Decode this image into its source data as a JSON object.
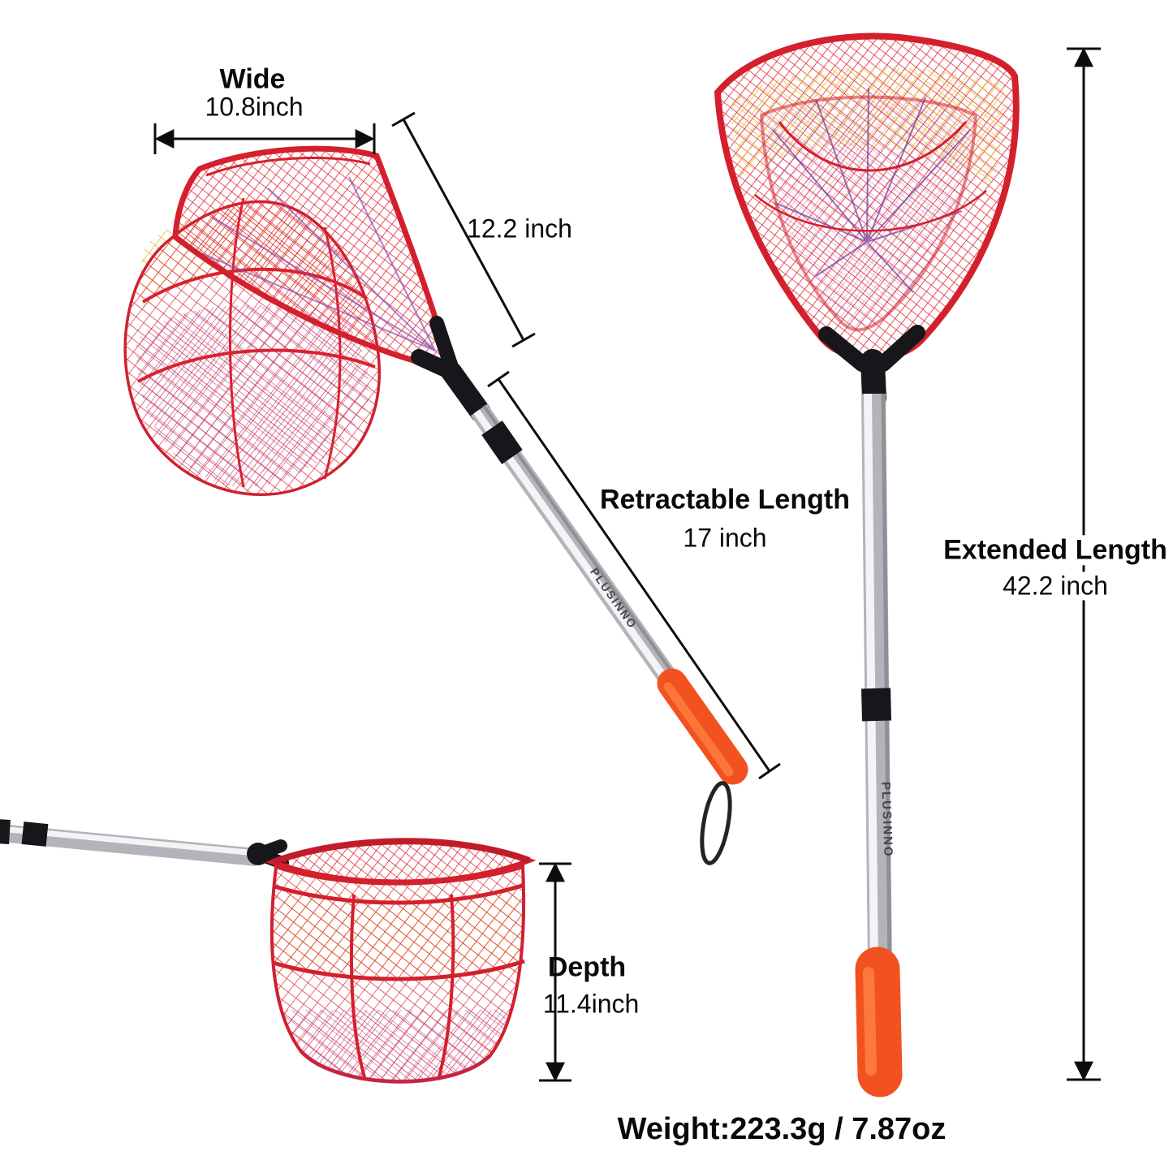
{
  "brand": "PLUSINNO",
  "annotations": {
    "wide": {
      "label": "Wide",
      "value": "10.8inch"
    },
    "side": {
      "value": "12.2 inch"
    },
    "retractable": {
      "label": "Retractable Length",
      "value": "17 inch"
    },
    "extended": {
      "label": "Extended Length",
      "value": "42.2 inch"
    },
    "depth": {
      "label": "Depth",
      "value": "11.4inch"
    },
    "weight": {
      "label": "Weight:223.3g / 7.87oz"
    }
  },
  "colors": {
    "net_red": "#dd2433",
    "net_yellow": "#e2b92c",
    "net_purple": "#a8459a",
    "grip_orange": "#f2521f",
    "pole_silver": "#b3b3b9",
    "annotation_black": "#0d0d0d"
  }
}
